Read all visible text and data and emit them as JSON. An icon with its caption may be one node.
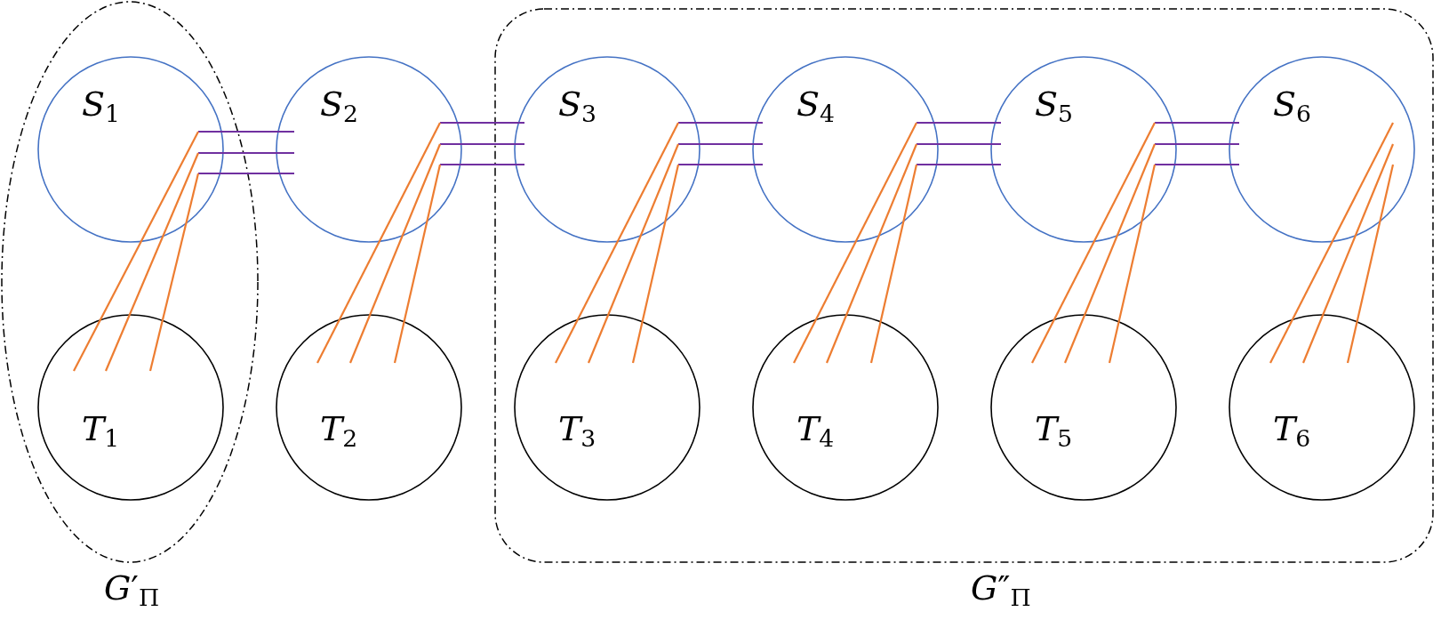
{
  "diagram": {
    "nodes": [
      {
        "text": [
          "*G*′$_{Π}$"
        ]
      },
      {
        "text": [
          "*S*$_{1}$"
        ],
        "in": 0
      },
      {
        "text": [
          "*T*$_{1}$"
        ],
        "in": 0
      },
      {
        "text": [
          "*S*$_{2}$"
        ]
      },
      {
        "text": [
          "*T*$_{2}$"
        ]
      },
      {
        "text": [
          "*G*″$_{Π}$"
        ]
      },
      {
        "text": [
          "*S*$_{3}$"
        ],
        "in": 5
      },
      {
        "text": [
          "*T*$_{3}$"
        ],
        "in": 5
      },
      {
        "text": [
          "*S*$_{4}$"
        ],
        "in": 5
      },
      {
        "text": [
          "*T*$_{4}$"
        ],
        "in": 5
      },
      {
        "text": [
          "*S*$_{5}$"
        ],
        "in": 5
      },
      {
        "text": [
          "*T*$_{5}$"
        ],
        "in": 5
      },
      {
        "text": [
          "*S*$_{6}$"
        ],
        "in": 5
      },
      {
        "text": [
          "*T*$_{6}$"
        ],
        "in": 5
      }
    ],
    "edges": [
      {
        "from": 1,
        "to": 3,
        "arrow": "none",
        "color": "#7030a0"
      },
      {
        "from": 1,
        "to": 3,
        "arrow": "none",
        "color": "#7030a0"
      },
      {
        "from": 1,
        "to": 3,
        "arrow": "none",
        "color": "#7030a0"
      },
      {
        "from": 3,
        "to": 6,
        "arrow": "none",
        "color": "#7030a0"
      },
      {
        "from": 3,
        "to": 6,
        "arrow": "none",
        "color": "#7030a0"
      },
      {
        "from": 3,
        "to": 6,
        "arrow": "none",
        "color": "#7030a0"
      },
      {
        "from": 6,
        "to": 8,
        "arrow": "none",
        "color": "#7030a0"
      },
      {
        "from": 6,
        "to": 8,
        "arrow": "none",
        "color": "#7030a0"
      },
      {
        "from": 6,
        "to": 8,
        "arrow": "none",
        "color": "#7030a0"
      },
      {
        "from": 8,
        "to": 10,
        "arrow": "none",
        "color": "#7030a0"
      },
      {
        "from": 8,
        "to": 10,
        "arrow": "none",
        "color": "#7030a0"
      },
      {
        "from": 8,
        "to": 10,
        "arrow": "none",
        "color": "#7030a0"
      },
      {
        "from": 10,
        "to": 12,
        "arrow": "none",
        "color": "#7030a0"
      },
      {
        "from": 10,
        "to": 12,
        "arrow": "none",
        "color": "#7030a0"
      },
      {
        "from": 10,
        "to": 12,
        "arrow": "none",
        "color": "#7030a0"
      },
      {
        "from": 1,
        "to": 2,
        "arrow": "none"
      },
      {
        "from": 1,
        "to": 2,
        "arrow": "none"
      },
      {
        "from": 1,
        "to": 2,
        "arrow": "none"
      },
      {
        "from": 3,
        "to": 4,
        "arrow": "none"
      },
      {
        "from": 3,
        "to": 4,
        "arrow": "none"
      },
      {
        "from": 3,
        "to": 4,
        "arrow": "none"
      },
      {
        "from": 6,
        "to": 7,
        "arrow": "none"
      },
      {
        "from": 6,
        "to": 7,
        "arrow": "none"
      },
      {
        "from": 6,
        "to": 7,
        "arrow": "none"
      },
      {
        "from": 8,
        "to": 9,
        "arrow": "none"
      },
      {
        "from": 8,
        "to": 9,
        "arrow": "none"
      },
      {
        "from": 8,
        "to": 9,
        "arrow": "none"
      },
      {
        "from": 10,
        "to": 11,
        "arrow": "none"
      },
      {
        "from": 10,
        "to": 11,
        "arrow": "none"
      },
      {
        "from": 10,
        "to": 11,
        "arrow": "none"
      },
      {
        "from": 12,
        "to": 13,
        "arrow": "none"
      },
      {
        "from": 12,
        "to": 13,
        "arrow": "none"
      },
      {
        "from": 12,
        "to": 13,
        "arrow": "none"
      }
    ]
  }
}
